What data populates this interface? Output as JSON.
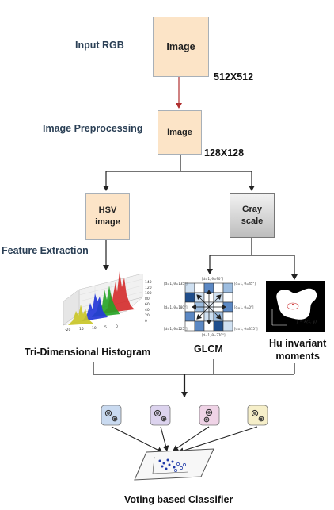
{
  "stages": {
    "input": "Input RGB",
    "preprocessing": "Image Preprocessing",
    "feature_extraction": "Feature Extraction"
  },
  "boxes": {
    "image_large": "Image",
    "image_small": "Image",
    "hsv_line1": "HSV",
    "hsv_line2": "image",
    "gray_line1": "Gray",
    "gray_line2": "scale"
  },
  "dimensions": {
    "large": "512X512",
    "small": "128X128"
  },
  "captions": {
    "histogram": "Tri-Dimensional Histogram",
    "glcm": "GLCM",
    "hu_line1": "Hu invariant",
    "hu_line2": "moments",
    "classifier": "Voting based Classifier"
  },
  "histogram_axis": {
    "z_ticks": [
      "140",
      "120",
      "100",
      "80",
      "60",
      "40",
      "20",
      "0"
    ],
    "x_ticks": [
      "-20",
      "15",
      "10",
      "5",
      "0"
    ]
  },
  "glcm_labels": {
    "top": "[d=1, θ=90°]",
    "top_left": "[d=1, θ=135°]",
    "top_right": "[d=1, θ=45°]",
    "left": "[d=1, θ=180°]",
    "right": "[d=1, θ=0°]",
    "bottom_left": "[d=1, θ=225°]",
    "bottom": "[d=1, θ=270°]",
    "bottom_right": "[d=1, θ=315°]"
  },
  "hu_image_label": "f = k(x, y)",
  "classifier_colors": [
    "#c9daf0",
    "#dcd3ee",
    "#efd3e6",
    "#f6efc9"
  ],
  "colors": {
    "peach_box": "#fce4c7",
    "red_arrow": "#b03030",
    "hist_series": [
      "#c9c628",
      "#2438d8",
      "#23a323",
      "#d42a2a"
    ]
  }
}
